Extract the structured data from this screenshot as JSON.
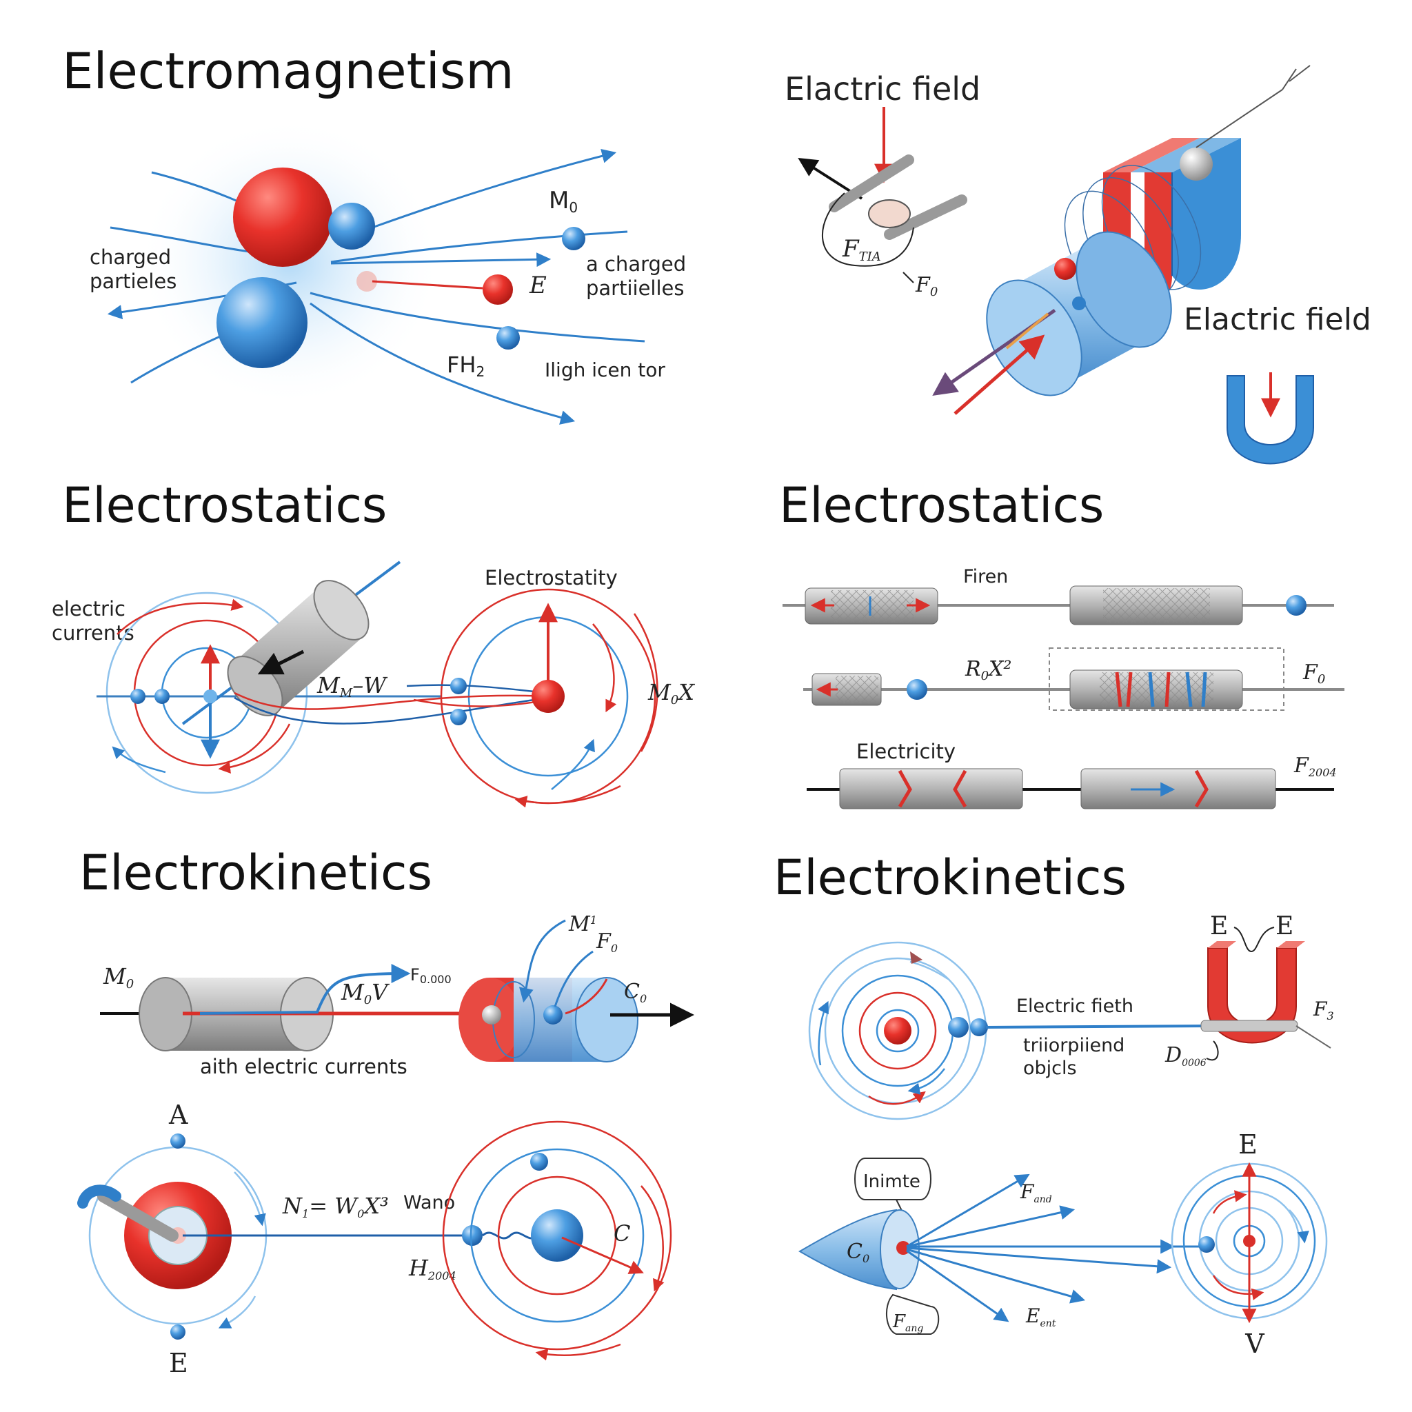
{
  "colors": {
    "red": "#e23a33",
    "blue": "#3b8fd6",
    "dark_blue": "#1f5fa8",
    "gray": "#9a9a9a"
  },
  "panels": {
    "p1": {
      "title": "Electromagnetism",
      "labels": {
        "charged_left_1": "charged",
        "charged_left_2": "partieles",
        "m_label": "M",
        "m_sub": "0",
        "e_label": "E",
        "charged_right_1": "a charged",
        "charged_right_2": "partiielles",
        "fh_label": "FH",
        "fh_sub": "2",
        "high": "Iligh icen tor"
      }
    },
    "p2": {
      "title": "Elactric field",
      "labels": {
        "f_label": "F",
        "f_sub": "TIA",
        "f0_label": "F",
        "f0_sub": "0",
        "field2": "Elactric field"
      }
    },
    "p3": {
      "title": "Electrostatics",
      "labels": {
        "currents_1": "electric",
        "currents_2": "currents",
        "electrostatity": "Electrostatity",
        "mw": "M",
        "mw_sub": "M",
        "mw_rest": "–W",
        "mx": "M",
        "mx_sub": "0",
        "mx_rest": "X"
      }
    },
    "p4": {
      "title": "Electrostatics",
      "labels": {
        "firen": "Firen",
        "rx": "R",
        "rx_sub": "0",
        "rx_rest": "X²",
        "f0": "F",
        "f0_sub": "0",
        "electricity": "Electricity",
        "f2": "F",
        "f2_sub": "2004"
      }
    },
    "p5": {
      "title": "Electrokinetics",
      "labels": {
        "m0": "M",
        "m0_sub": "0",
        "m1": "M",
        "m1_sub": "1",
        "f0": "F",
        "f0_sub": "0",
        "fm": "F",
        "fm_sub": "0.000",
        "mv": "M",
        "mv_sub": "0",
        "mv_rest": "V",
        "c0": "C",
        "c0_sub": "0",
        "currents": "aith electric currents",
        "a": "A",
        "e": "E",
        "nw": "N",
        "nw_sub": "1",
        "nw_rest": "= W",
        "nw_sub2": "0",
        "nw_rest2": "X³",
        "wano": "Wano",
        "h": "H",
        "h_sub": "2004",
        "c": "C"
      }
    },
    "p6": {
      "title": "Electrokinetics",
      "labels": {
        "e1": "E",
        "e2": "E",
        "fieth": "Electric fieth",
        "f3": "F",
        "f3_sub": "3",
        "obj1": "triiorpiiend",
        "obj2": "objcls",
        "d": "D",
        "d_sub": "0006",
        "inmte": "Inimte",
        "c": "C",
        "c_sub": "0",
        "fand": "F",
        "fand_sub": "and",
        "fang": "F",
        "fang_sub": "ang",
        "ent": "E",
        "ent_sub": "ent",
        "e_top": "E",
        "v_bot": "V"
      }
    }
  }
}
